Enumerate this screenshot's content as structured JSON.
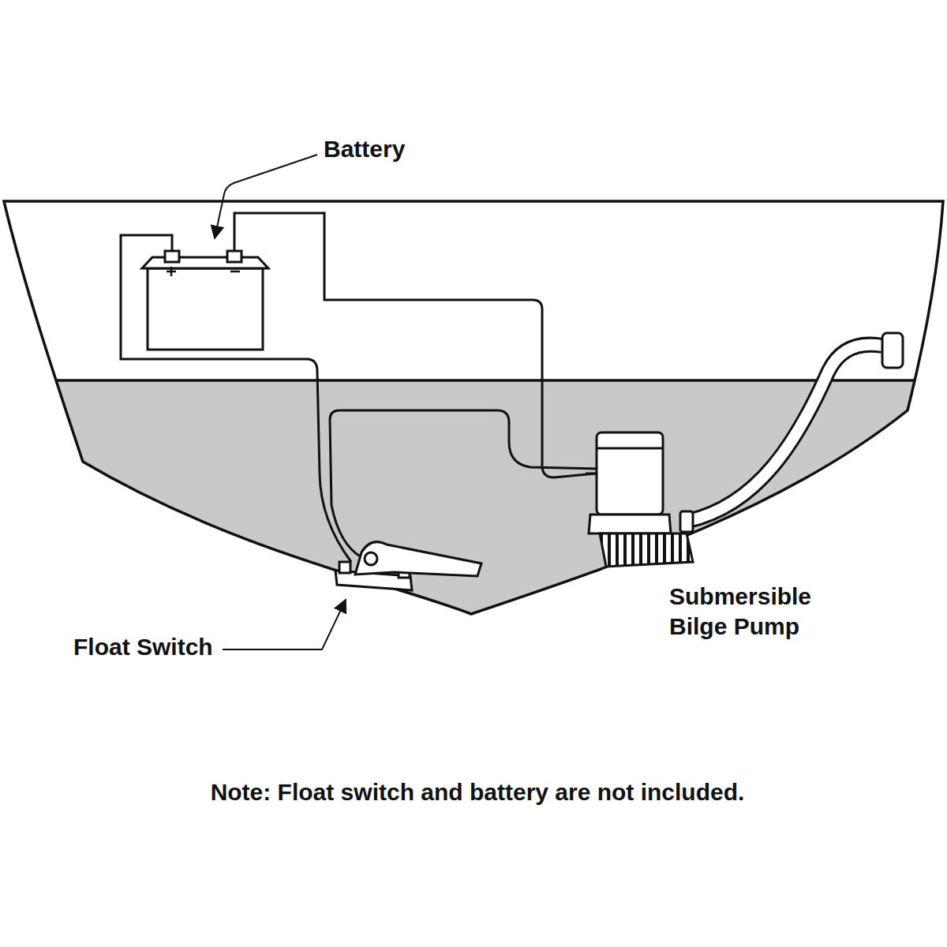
{
  "diagram": {
    "labels": [
      "Battery",
      "Float Switch",
      "Submersible Bilge Pump",
      "Note: Float switch and battery are not included."
    ]
  }
}
